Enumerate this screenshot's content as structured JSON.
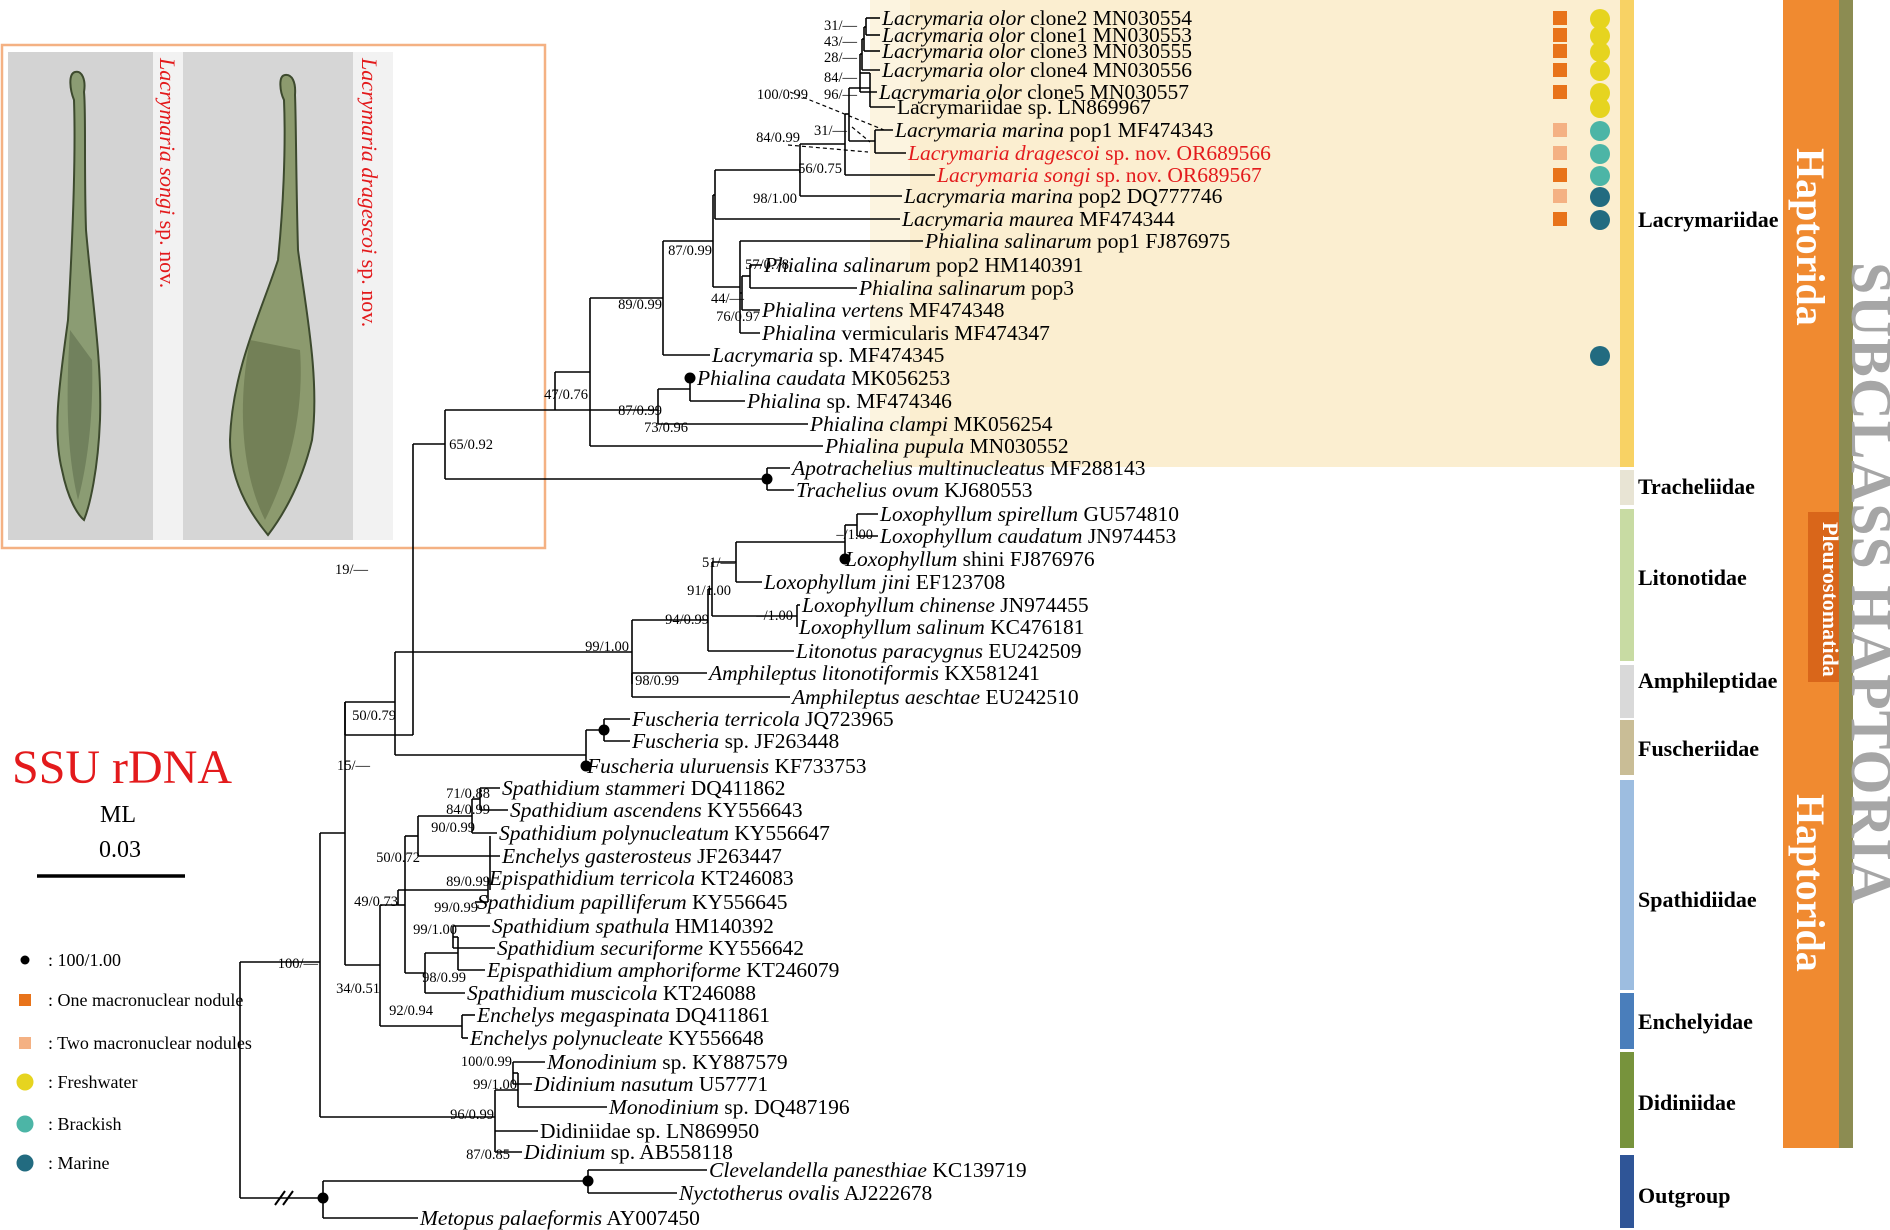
{
  "title": "SSU rDNA",
  "method": "ML",
  "scale_value": "0.03",
  "photo_captions": [
    {
      "genus": "Lacrymaria songi",
      "rest": " sp. nov."
    },
    {
      "genus": "Lacrymaria dragescoi",
      "rest": " sp. nov."
    }
  ],
  "legend": [
    {
      "symbol": "dot",
      "color": "#000000",
      "label": ": 100/1.00"
    },
    {
      "symbol": "square",
      "color": "#e8731a",
      "label": ": One macronuclear nodule"
    },
    {
      "symbol": "square",
      "color": "#f4b183",
      "label": ": Two macronuclear nodules"
    },
    {
      "symbol": "circle",
      "color": "#e6d41f",
      "label": ": Freshwater"
    },
    {
      "symbol": "circle",
      "color": "#4cb5a6",
      "label": ": Brackish"
    },
    {
      "symbol": "circle",
      "color": "#226b80",
      "label": ": Marine"
    }
  ],
  "colors": {
    "highlight": "#fbeed0",
    "lacrymariidae_bar": "#f8d264",
    "order_bar": "#f08a30",
    "pleuro_bar": "#d9661a",
    "subclass_bar": "#8c8c52",
    "one_nodule": "#e8731a",
    "two_nodules": "#f4b183",
    "freshwater": "#e6d41f",
    "brackish": "#4cb5a6",
    "marine": "#226b80",
    "new_species": "#e31a1c"
  },
  "taxa": [
    {
      "genus": "Lacrymaria olor",
      "rest": " clone2 MN030554"
    },
    {
      "genus": "Lacrymaria olor",
      "rest": " clone1 MN030553"
    },
    {
      "genus": "Lacrymaria olor",
      "rest": " clone3 MN030555"
    },
    {
      "genus": "Lacrymaria olor",
      "rest": " clone4 MN030556"
    },
    {
      "genus": "Lacrymaria olor",
      "rest": " clone5 MN030557"
    },
    {
      "genus": "",
      "rest": "Lacrymariidae sp. LN869967"
    },
    {
      "genus": "Lacrymaria marina",
      "rest": " pop1 MF474343"
    },
    {
      "genus": "Lacrymaria dragescoi",
      "rest": " sp. nov. OR689566",
      "red": true
    },
    {
      "genus": "Lacrymaria songi",
      "rest": " sp. nov. OR689567",
      "red": true
    },
    {
      "genus": "Lacrymaria marina",
      "rest": " pop2 DQ777746"
    },
    {
      "genus": "Lacrymaria maurea",
      "rest": " MF474344"
    },
    {
      "genus": "Phialina salinarum",
      "rest": " pop1 FJ876975"
    },
    {
      "genus": "Phialina salinarum",
      "rest": " pop2 HM140391"
    },
    {
      "genus": "Phialina salinarum",
      "rest": " pop3"
    },
    {
      "genus": "Phialina vertens",
      "rest": " MF474348"
    },
    {
      "genus": "Phialina",
      "rest": " vermicularis MF474347"
    },
    {
      "genus": "Lacrymaria",
      "rest": " sp. MF474345"
    },
    {
      "genus": "Phialina caudata",
      "rest": " MK056253"
    },
    {
      "genus": "Phialina",
      "rest": " sp. MF474346"
    },
    {
      "genus": "Phialina clampi",
      "rest": " MK056254"
    },
    {
      "genus": "Phialina pupula",
      "rest": " MN030552"
    },
    {
      "genus": "Apotrachelius multinucleatus",
      "rest": " MF288143"
    },
    {
      "genus": "Trachelius ovum",
      "rest": " KJ680553"
    },
    {
      "genus": "Loxophyllum spirellum",
      "rest": " GU574810"
    },
    {
      "genus": "Loxophyllum caudatum",
      "rest": " JN974453"
    },
    {
      "genus": "Loxophyllum",
      "rest": " shini FJ876976"
    },
    {
      "genus": "Loxophyllum jini",
      "rest": " EF123708"
    },
    {
      "genus": "Loxophyllum chinense",
      "rest": " JN974455"
    },
    {
      "genus": "Loxophyllum salinum",
      "rest": " KC476181"
    },
    {
      "genus": "Litonotus paracygnus",
      "rest": " EU242509"
    },
    {
      "genus": "Amphileptus litonotiformis",
      "rest": " KX581241"
    },
    {
      "genus": "Amphileptus aeschtae",
      "rest": " EU242510"
    },
    {
      "genus": "Fuscheria terricola",
      "rest": " JQ723965"
    },
    {
      "genus": "Fuscheria",
      "rest": " sp. JF263448"
    },
    {
      "genus": "Fuscheria uluruensis",
      "rest": " KF733753"
    },
    {
      "genus": "Spathidium stammeri",
      "rest": " DQ411862"
    },
    {
      "genus": "Spathidium ascendens",
      "rest": " KY556643"
    },
    {
      "genus": "Spathidium polynucleatum",
      "rest": " KY556647"
    },
    {
      "genus": "Enchelys gasterosteus",
      "rest": " JF263447"
    },
    {
      "genus": "Epispathidium terricola",
      "rest": " KT246083"
    },
    {
      "genus": "Spathidium papilliferum",
      "rest": " KY556645"
    },
    {
      "genus": "Spathidium spathula",
      "rest": " HM140392"
    },
    {
      "genus": "Spathidium securiforme",
      "rest": " KY556642"
    },
    {
      "genus": "Epispathidium amphoriforme",
      "rest": " KT246079"
    },
    {
      "genus": "Spathidium muscicola",
      "rest": " KT246088"
    },
    {
      "genus": "Enchelys megaspinata",
      "rest": " DQ411861"
    },
    {
      "genus": "Enchelys polynucleate",
      "rest": " KY556648"
    },
    {
      "genus": "Monodinium",
      "rest": " sp. KY887579"
    },
    {
      "genus": "Didinium nasutum",
      "rest": " U57771"
    },
    {
      "genus": "Monodinium",
      "rest": " sp. DQ487196"
    },
    {
      "genus": "",
      "rest": "Didiniidae sp. LN869950"
    },
    {
      "genus": "Didinium",
      "rest": " sp. AB558118"
    },
    {
      "genus": "Clevelandella panesthiae",
      "rest": " KC139719"
    },
    {
      "genus": "Nyctotherus ovalis",
      "rest": " AJ222678"
    },
    {
      "genus": "Metopus palaeformis",
      "rest": " AY007450"
    }
  ],
  "supports": [
    "31/—",
    "43/—",
    "28/—",
    "84/—",
    "96/—",
    "100/0.99",
    "31/—",
    "84/0.99",
    "56/0.75",
    "98/1.00",
    "57/0.78",
    "44/—",
    "76/0.97",
    "87/0.99",
    "89/0.99",
    "47/0.76",
    "87/0.99",
    "73/0.96",
    "65/0.92",
    "19/—",
    "51/—",
    "–/1.00",
    "91/1.00",
    "–/1.00",
    "94/0.99",
    "99/1.00",
    "98/0.99",
    "50/0.79",
    "15/—",
    "71/0.88",
    "84/0.99",
    "90/0.99",
    "50/0.72",
    "89/0.99",
    "99/0.99",
    "99/1.00",
    "98/0.99",
    "49/0.73",
    "92/0.94",
    "34/0.51",
    "100/0.99",
    "99/1.00",
    "96/0.99",
    "87/0.85",
    "100/—"
  ],
  "families": [
    "Lacrymariidae",
    "Tracheliidae",
    "Litonotidae",
    "Amphileptidae",
    "Fuscheriidae",
    "Spathidiidae",
    "Enchelyidae",
    "Didiniidae",
    "Outgroup"
  ],
  "orders": [
    "Haptorida",
    "Pleurostomatida",
    "Haptorida"
  ],
  "subclass": "SUBCLASS HAPTORIA"
}
